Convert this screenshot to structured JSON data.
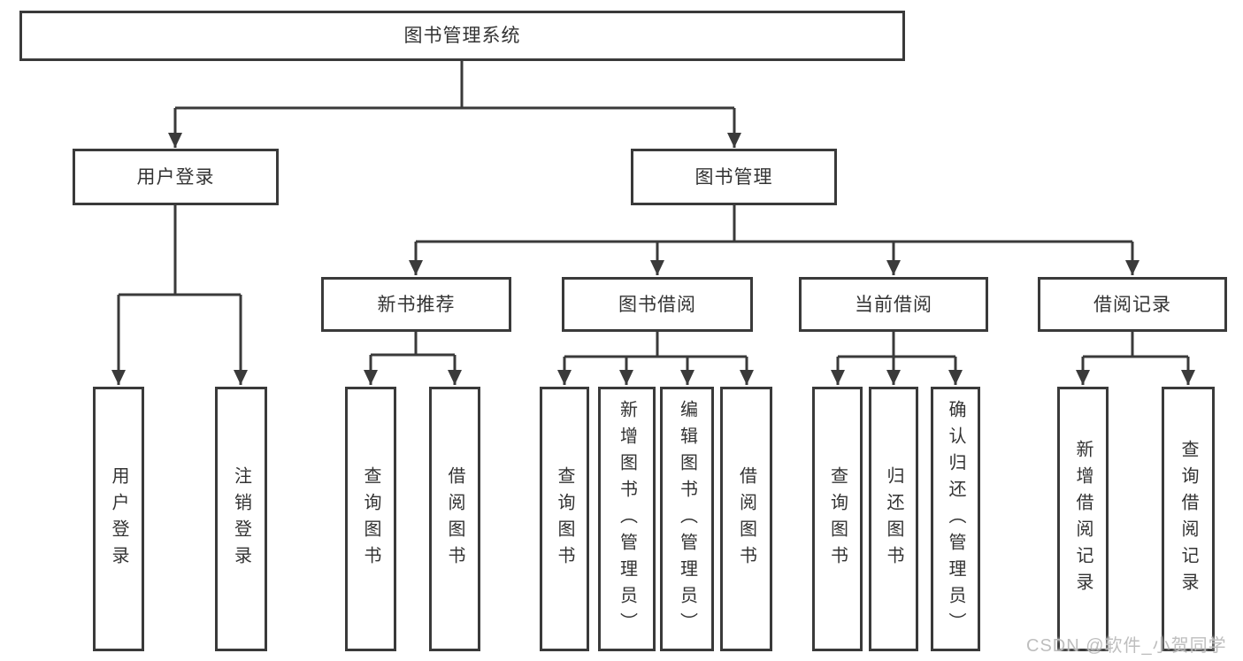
{
  "diagram": {
    "root": {
      "label": "图书管理系统"
    },
    "branches": [
      {
        "label": "用户登录",
        "children": [
          {
            "label": "用户登录"
          },
          {
            "label": "注销登录"
          }
        ]
      },
      {
        "label": "图书管理",
        "children": [
          {
            "label": "新书推荐",
            "children": [
              {
                "label": "查询图书"
              },
              {
                "label": "借阅图书"
              }
            ]
          },
          {
            "label": "图书借阅",
            "children": [
              {
                "label": "查询图书"
              },
              {
                "label": "新增图书（管理员）"
              },
              {
                "label": "编辑图书（管理员）"
              },
              {
                "label": "借阅图书"
              }
            ]
          },
          {
            "label": "当前借阅",
            "children": [
              {
                "label": "查询图书"
              },
              {
                "label": "归还图书"
              },
              {
                "label": "确认归还（管理员）"
              }
            ]
          },
          {
            "label": "借阅记录",
            "children": [
              {
                "label": "新增借阅记录"
              },
              {
                "label": "查询借阅记录"
              }
            ]
          }
        ]
      }
    ]
  },
  "watermark": {
    "text": "CSDN @软件_小贺同学"
  },
  "colors": {
    "line": "#3a3a3a",
    "text": "#333333",
    "box_background": "#ffffff",
    "watermark": "#bababa"
  }
}
